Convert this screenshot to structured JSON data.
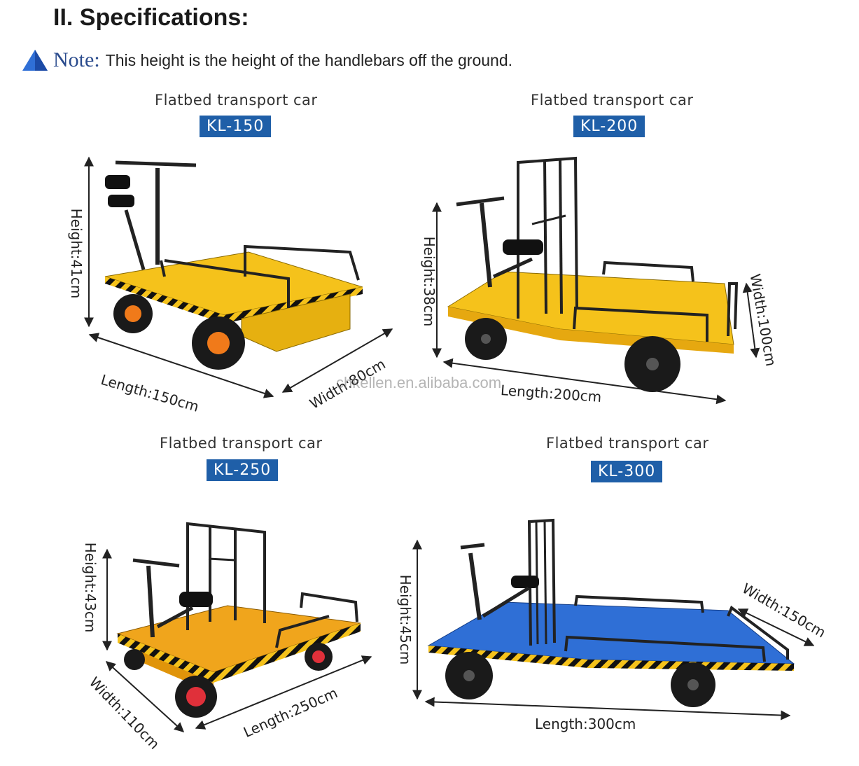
{
  "heading": "II. Specifications:",
  "note": {
    "label": "Note:",
    "text": "This height is the height of the handlebars off the ground."
  },
  "watermark": "chkellen.en.alibaba.com",
  "colors": {
    "yellow": "#f5c21b",
    "orange": "#f0a51c",
    "blue": "#2f6fd6",
    "model_badge": "#1f5fa8"
  },
  "products": [
    {
      "title": "Flatbed transport car",
      "model": "KL-150",
      "height": "Height:41cm",
      "length": "Length:150cm",
      "width": "Width:80cm"
    },
    {
      "title": "Flatbed transport car",
      "model": "KL-200",
      "height": "Height:38cm",
      "length": "Length:200cm",
      "width": "Width:100cm"
    },
    {
      "title": "Flatbed transport car",
      "model": "KL-250",
      "height": "Height:43cm",
      "length": "Length:250cm",
      "width": "Width:110cm"
    },
    {
      "title": "Flatbed transport car",
      "model": "KL-300",
      "height": "Height:45cm",
      "length": "Length:300cm",
      "width": "Width:150cm"
    }
  ]
}
